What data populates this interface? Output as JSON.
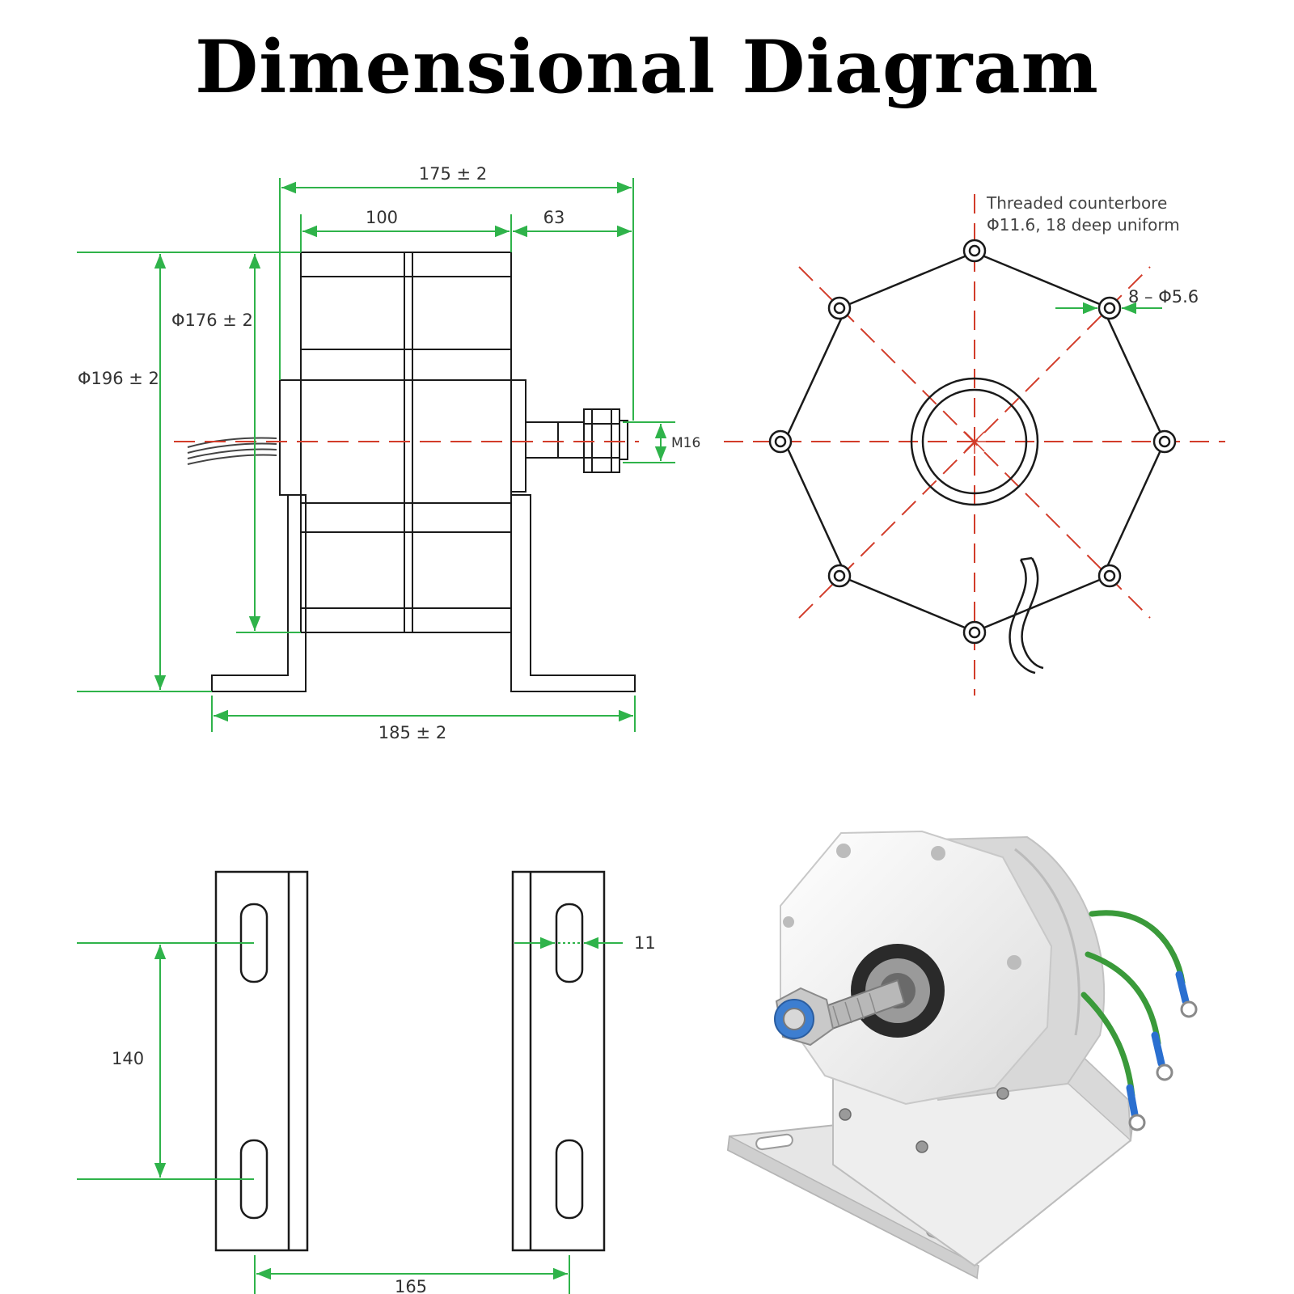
{
  "title": "Dimensional Diagram",
  "colors": {
    "dimension": "#2fb34a",
    "centerline": "#d23c2a",
    "outline": "#1a1a1a",
    "wire_green": "#3a9a3a",
    "terminal_blue": "#2a6fd0"
  },
  "side_view": {
    "overall_length": "175 ± 2",
    "body_length": "100",
    "shaft_length": "63",
    "outer_diameter": "Φ196 ± 2",
    "body_diameter": "Φ176 ± 2",
    "shaft_thread": "M16",
    "base_length": "185 ± 2"
  },
  "front_view": {
    "note_line1": "Threaded counterbore",
    "note_line2": "Φ11.6, 18 deep uniform",
    "hole_spec": "8 – Φ5.6"
  },
  "bracket_view": {
    "slot_spacing": "140",
    "slot_width": "11",
    "bracket_spacing": "165"
  },
  "photo": {
    "icon": "wind-generator-photo-icon"
  }
}
